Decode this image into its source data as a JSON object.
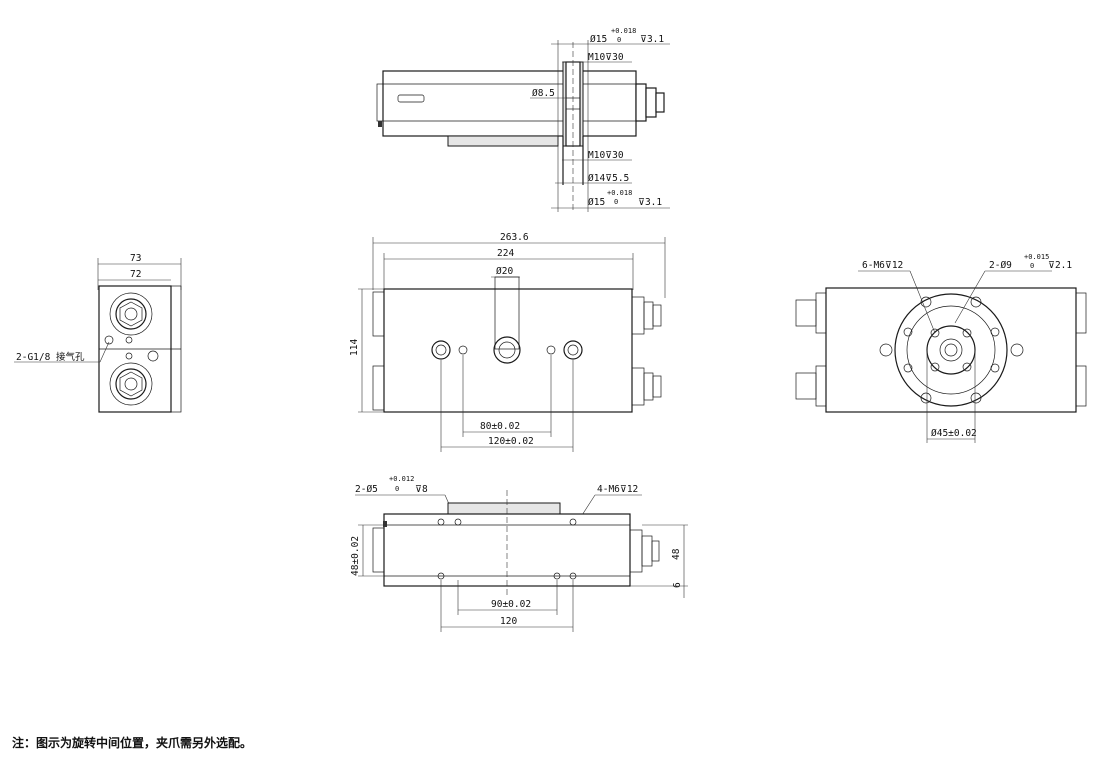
{
  "top_view": {
    "d1": "Ø15",
    "d1_tol_up": "+0.018",
    "d1_tol_low": "0",
    "d1_depth": "⊽3.1",
    "m_top": "M10⊽30",
    "d_inner": "Ø8.5",
    "m_bottom": "M10⊽30",
    "d2": "Ø14⊽5.5",
    "d3": "Ø15",
    "d3_tol_up": "+0.018",
    "d3_tol_low": "0",
    "d3_depth": "⊽3.1"
  },
  "side_view": {
    "width_outer": "73",
    "width_inner": "72",
    "port_label": "2-G1/8 接气孔"
  },
  "front_view": {
    "length_total": "263.6",
    "length_body": "224",
    "center_bore": "Ø20",
    "height": "114",
    "pitch_small": "80±0.02",
    "pitch_large": "120±0.02"
  },
  "end_view": {
    "threads": "6-M6⊽12",
    "pin_holes": "2-Ø9",
    "pin_tol_up": "+0.015",
    "pin_tol_low": "0",
    "pin_depth": "⊽2.1",
    "flange_dia": "Ø45±0.02"
  },
  "bottom_view": {
    "pins": "2-Ø5",
    "pins_tol_up": "+0.012",
    "pins_tol_low": "0",
    "pins_depth": "⊽8",
    "threads": "4-M6⊽12",
    "height_tol": "48±0.02",
    "height": "48",
    "offset": "6",
    "pitch": "90±0.02",
    "span": "120"
  },
  "footer_note": "注：图示为旋转中间位置，夹爪需另外选配。"
}
